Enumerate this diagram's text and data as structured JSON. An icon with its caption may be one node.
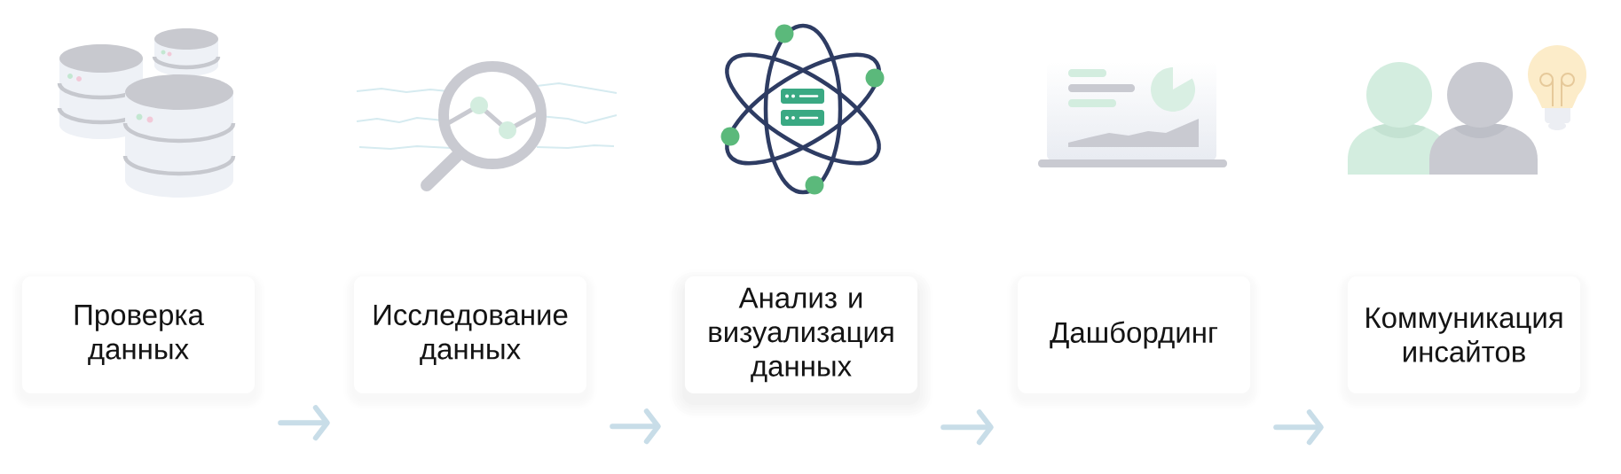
{
  "diagram": {
    "nodes": [
      {
        "text": [
          "Проверка данных"
        ]
      },
      {
        "text": [
          "Исследование данных"
        ]
      },
      {
        "text": [
          "Анализ и визуализация данных"
        ]
      },
      {
        "text": [
          "Дашбординг"
        ]
      },
      {
        "text": [
          "Коммуникация инсайтов"
        ]
      }
    ],
    "edges": [
      {
        "from": 0,
        "to": 1,
        "arrow": "to"
      },
      {
        "from": 1,
        "to": 2,
        "arrow": "to"
      },
      {
        "from": 2,
        "to": 3,
        "arrow": "to"
      },
      {
        "from": 3,
        "to": 4,
        "arrow": "to"
      }
    ]
  }
}
